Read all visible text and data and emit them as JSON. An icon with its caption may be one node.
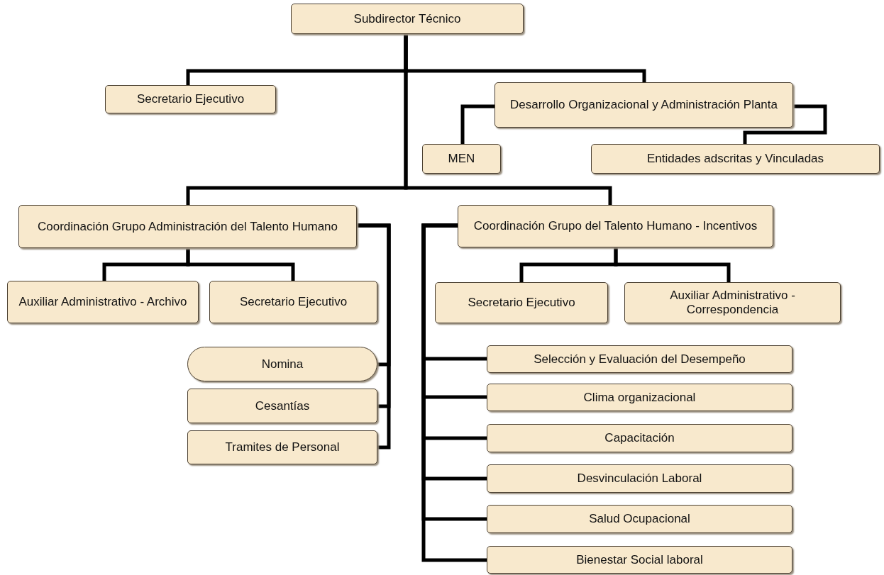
{
  "diagram": {
    "nodes": [
      {
        "text": [
          "Subdirector Técnico"
        ]
      },
      {
        "text": [
          "Secretario Ejecutivo"
        ]
      },
      {
        "text": [
          "Desarrollo Organizacional y Administración Planta"
        ]
      },
      {
        "text": [
          "MEN"
        ]
      },
      {
        "text": [
          "Entidades adscritas y Vinculadas"
        ]
      },
      {
        "text": [
          "Coordinación Grupo Administración del Talento Humano"
        ]
      },
      {
        "text": [
          "Coordinación Grupo del Talento Humano - Incentivos"
        ]
      },
      {
        "text": [
          "Auxiliar Administrativo - Archivo"
        ]
      },
      {
        "text": [
          "Secretario Ejecutivo"
        ]
      },
      {
        "text": [
          "Secretario Ejecutivo"
        ]
      },
      {
        "text": [
          "Auxiliar Administrativo - Correspondencia"
        ]
      },
      {
        "text": [
          "Nomina"
        ]
      },
      {
        "text": [
          "Cesantías"
        ]
      },
      {
        "text": [
          "Tramites de Personal"
        ]
      },
      {
        "text": [
          "Selección y Evaluación del Desempeño"
        ]
      },
      {
        "text": [
          "Clima organizacional"
        ]
      },
      {
        "text": [
          "Capacitación"
        ]
      },
      {
        "text": [
          "Desvinculación Laboral"
        ]
      },
      {
        "text": [
          "Salud Ocupacional"
        ]
      },
      {
        "text": [
          "Bienestar Social laboral"
        ]
      }
    ],
    "edges": [
      {
        "from": 0,
        "to": 1,
        "arrow": "none"
      },
      {
        "from": 0,
        "to": 2,
        "arrow": "none"
      },
      {
        "from": 0,
        "to": 5,
        "arrow": "none"
      },
      {
        "from": 0,
        "to": 6,
        "arrow": "none"
      },
      {
        "from": 2,
        "to": 3,
        "arrow": "none"
      },
      {
        "from": 2,
        "to": 4,
        "arrow": "none"
      },
      {
        "from": 5,
        "to": 7,
        "arrow": "none"
      },
      {
        "from": 5,
        "to": 8,
        "arrow": "none"
      },
      {
        "from": 5,
        "to": 11,
        "arrow": "none"
      },
      {
        "from": 5,
        "to": 12,
        "arrow": "none"
      },
      {
        "from": 5,
        "to": 13,
        "arrow": "none"
      },
      {
        "from": 6,
        "to": 9,
        "arrow": "none"
      },
      {
        "from": 6,
        "to": 10,
        "arrow": "none"
      },
      {
        "from": 6,
        "to": 14,
        "arrow": "none"
      },
      {
        "from": 6,
        "to": 15,
        "arrow": "none"
      },
      {
        "from": 6,
        "to": 16,
        "arrow": "none"
      },
      {
        "from": 6,
        "to": 17,
        "arrow": "none"
      },
      {
        "from": 6,
        "to": 18,
        "arrow": "none"
      },
      {
        "from": 6,
        "to": 19,
        "arrow": "none"
      }
    ]
  }
}
